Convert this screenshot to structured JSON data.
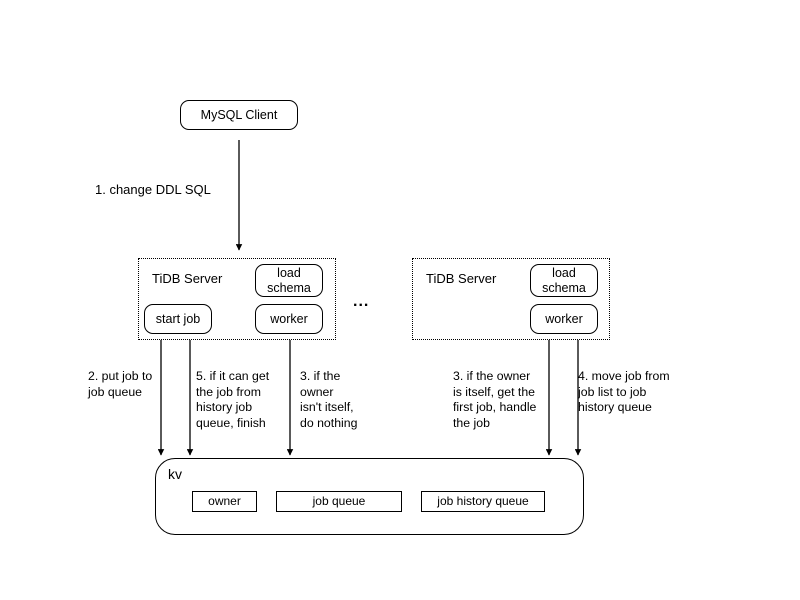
{
  "diagram": {
    "title_node": {
      "label": "MySQL Client"
    },
    "step1_label": "1.  change DDL SQL",
    "ellipsis": "...",
    "servers": [
      {
        "name": "left-server",
        "title": "TiDB Server",
        "boxes": [
          {
            "name": "load-schema",
            "label": "load\nschema"
          },
          {
            "name": "start-job",
            "label": "start job"
          },
          {
            "name": "worker",
            "label": "worker"
          }
        ]
      },
      {
        "name": "right-server",
        "title": "TiDB Server",
        "boxes": [
          {
            "name": "load-schema",
            "label": "load\nschema"
          },
          {
            "name": "worker",
            "label": "worker"
          }
        ]
      }
    ],
    "annotations": [
      {
        "name": "annotation-step-2",
        "text": "2. put job to\njob queue"
      },
      {
        "name": "annotation-step-5",
        "text": "5. if it can get\nthe job from\nhistory job\nqueue, finish"
      },
      {
        "name": "annotation-step-3-left",
        "text": "3. if the\nowner\nisn't itself,\ndo nothing"
      },
      {
        "name": "annotation-step-3-right",
        "text": "3. if the owner\nis itself, get the\nfirst job, handle\nthe job"
      },
      {
        "name": "annotation-step-4",
        "text": "4. move job from\njob list to job\nhistory queue"
      }
    ],
    "kv": {
      "title": "kv",
      "stores": [
        {
          "name": "owner-store",
          "label": "owner"
        },
        {
          "name": "job-queue-store",
          "label": "job queue"
        },
        {
          "name": "job-history-queue-store",
          "label": "job history queue"
        }
      ]
    },
    "colors": {
      "stroke": "#000000",
      "background": "#ffffff"
    }
  }
}
